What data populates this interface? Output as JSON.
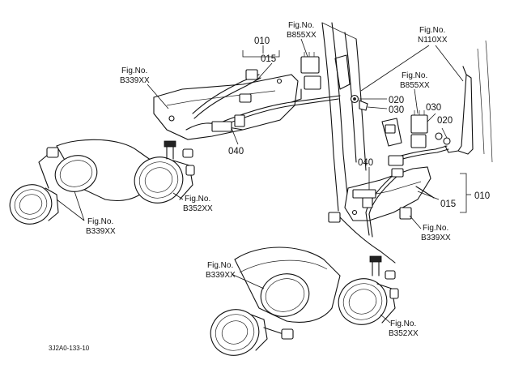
{
  "diagram": {
    "drawing_code": "3J2A0-133-10",
    "callouts": {
      "p010_top": "010",
      "p015_top": "015",
      "p020_mid": "020",
      "p030_mid": "030",
      "p040_mid": "040",
      "p030_right": "030",
      "p020_right": "020",
      "p040_low": "040",
      "p015_low": "015",
      "p010_low": "010"
    },
    "figure_refs": [
      {
        "id": "ref-b855-top",
        "line1": "Fig.No.",
        "line2": "B855XX"
      },
      {
        "id": "ref-n110",
        "line1": "Fig.No.",
        "line2": "N110XX"
      },
      {
        "id": "ref-b855-right",
        "line1": "Fig.No.",
        "line2": "B855XX"
      },
      {
        "id": "ref-b339-upper",
        "line1": "Fig.No.",
        "line2": "B339XX"
      },
      {
        "id": "ref-b352-upper",
        "line1": "Fig.No.",
        "line2": "B352XX"
      },
      {
        "id": "ref-b339-left",
        "line1": "Fig.No.",
        "line2": "B339XX"
      },
      {
        "id": "ref-b339-right",
        "line1": "Fig.No.",
        "line2": "B339XX"
      },
      {
        "id": "ref-b339-lower",
        "line1": "Fig.No.",
        "line2": "B339XX"
      },
      {
        "id": "ref-b352-lower",
        "line1": "Fig.No.",
        "line2": "B352XX"
      }
    ]
  }
}
